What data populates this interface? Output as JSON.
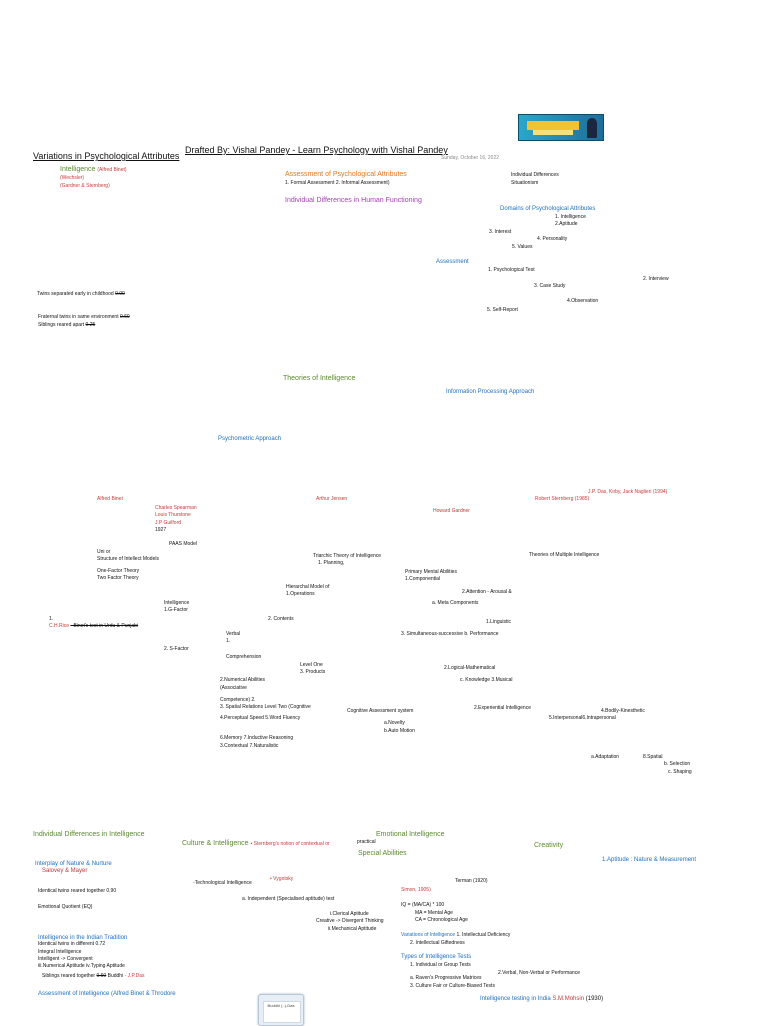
{
  "header": {
    "title": "Variations in Psychological Attributes",
    "drafted_by": "Drafted By: Vishal Pandey - Learn Psychology with Vishal Pandey",
    "date": "Sunday, October 16, 2022"
  },
  "intelligence_block": {
    "heading": "Intelligence",
    "binet": "(Alfred Binet)",
    "wechsler": "(Wechsler)",
    "gardner": "(Gardner & Sternberg)"
  },
  "assessment_block": {
    "heading": "Assessment of Psychological Attributes",
    "items": "1. Formal Assessment 2. Informal Assessment)"
  },
  "individual_diff": {
    "line1": "Individual Differences",
    "line2": "Situationism",
    "human_functioning": "Individual Differences in Human Functioning"
  },
  "domains": {
    "heading": "Domains of Psychological Attributes",
    "intelligence": "1. Intelligence",
    "aptitude": "2.Aptitude",
    "interest": "3. Interest",
    "personality": "4. Personality",
    "values": "5. Values"
  },
  "assessment_methods": {
    "heading": "Assessment",
    "psych_test": "1. Psychological Test",
    "interview": "2. Interview",
    "case_study": "3. Case Study",
    "observation": "4.Observation",
    "self_report": "5. Self-Report"
  },
  "twins": {
    "early": "Twins separated early in childhood",
    "early_val": "0.90",
    "fraternal": "Fraternal twins in same environment",
    "fraternal_val": "0.60",
    "siblings": "Siblings reared apart",
    "siblings_val": "0.25"
  },
  "theories": {
    "heading": "Theories of Intelligence",
    "info_processing": "Information Processing Approach",
    "psychometric": "Psychometric Approach"
  },
  "theorists": {
    "das": "J.P. Das, Kirby, Jack Naglieri (1994)",
    "binet": "Alfred Binet",
    "spearman": "Charles Spearman",
    "thurstone": "Louis Thurstone",
    "guilford": "J.P Guilford",
    "year_1927": "1927",
    "jensen": "Arthur Jensen",
    "sternberg": "Robert Sternberg (1985)",
    "gardner": "Howard Gardner"
  },
  "psychometric_items": {
    "paas": "PAAS Model",
    "uni": "Uni or",
    "structure": "Structure of Intellect Models",
    "one_factor": "One-Factor Theory",
    "two_factor": "Two Factor Theory",
    "intelligence": "Intelligence",
    "g_factor": "1.G-Factor",
    "num1": "1.",
    "chrice": "C.H.Rice",
    "binet_urdu": "- Binet's test in Urdu & Punjabi",
    "s_factor": "2. S-Factor",
    "verbal": "Verbal",
    "one": "1.",
    "comprehension": "Comprehension",
    "contents": "2. Contents",
    "numerical": "2.Numerical Abilities",
    "associative": "(Associative",
    "competence": "Competence) 2.",
    "spatial": "3. Spatial Relations Level Two (Cognitive",
    "perceptual": "4.Perceptual Speed 5.Word Fluency",
    "memory": "6.Memory 7.Inductive Reasoning",
    "contextual": "3.Contextual 7.Naturalistic",
    "level_one": "Level One",
    "products": "3. Products",
    "hierarchal": "Hierarchal Model of",
    "operations": "1.Operations",
    "triarchic": "Triarchic Theory of Intelligence",
    "planning": "1. Planning,",
    "primary": "Primary Mental Abilities",
    "componential": "1.Componential",
    "attention": "2.Attention - Arousal &",
    "meta": "a. Meta Components",
    "multiple": "Theories of Multiple Intelligence",
    "linguistic": "1.Linguistic",
    "simultaneous": "3. Simultaneous-successive b. Performance",
    "logical": "2.Logical-Mathematical",
    "knowledge": "c. Knowledge 3.Musical",
    "experiential": "2.Experiential Intelligence",
    "bodily": "4.Bodily-Kinesthetic",
    "inter": "5.Interpersonal6.Intrapersonal",
    "cas": "Cognitive Assessment system",
    "novelty": "a.Novelty",
    "automotion": "b.Auto Motion",
    "adaptation": "a.Adaptation",
    "spatial8": "8.Spatial",
    "selection": "b. Selection",
    "shaping": "c. Shaping"
  },
  "bottom": {
    "ind_diff_int": "Individual Differences in Intelligence",
    "culture": "Culture & Intelligence",
    "sternberg_note": "• Sternberg's notion of contextual or",
    "practical": "practical",
    "emotional": "Emotional Intelligence",
    "special": "Special Abilities",
    "creativity": "Creativity",
    "aptitude": "1.Aptitude : Nature & Measurement",
    "interplay": "Interplay of Nature & Nurture",
    "salovey": "Salovey & Mayer",
    "vygotsky": "• Vygotsky",
    "tech": "◦Technological Intelligence",
    "terman": "Terman (1920)",
    "simon": "Simon, 1905)",
    "identical": "Identical twins reared together 0.90",
    "independent": "a. Independent (Specialised aptitude) test",
    "iq": "IQ = (MA/CA) * 100",
    "ma": "MA = Mental Age",
    "ca": "CA = Chronological Age",
    "eq": "Emotional Quotient (EQ)",
    "clerical": "i.Clerical Aptitude",
    "creative": "Creative -> Divergent Thinking",
    "mechanical": "ii.Mechanical Aptitude",
    "indian": "Intelligence in the Indian Tradition",
    "variations": "Variations of Intelligence",
    "deficiency": "1. Intellectual Deficiency",
    "id_twins_diff": "Identical twins in different 0.72",
    "integral": "Integral Intelligence",
    "giftedness": "2. Intellectual Giftedness",
    "convergent": "Intelligent -> Convergent",
    "typing": "iii.Numerical Aptitude iv.Typing Aptitude",
    "types": "Types of Intelligence Tests",
    "sib_together": "Siblings reared together",
    "sib_val": "0.60",
    "buddhi": "Buddhi",
    "jpdas": "- J.P.Das",
    "individual_group": "1. Individual or Group Tests",
    "verbal_nonverbal": "2.Verbal, Non-Verbal or Performance",
    "ravens": "a. Raven's Progressive Matrices",
    "culture_fair": "3. Culture Fair or Culture-Biased Tests",
    "assess_int": "Assessment of Intelligence (Alfred Binet & Throdore",
    "testing_india": "Intelligence testing in India",
    "mohsin": "S.M.Mohsin",
    "mohsin_year": "(1930)",
    "thumb_caption": "Buddhi (..)-Das"
  }
}
